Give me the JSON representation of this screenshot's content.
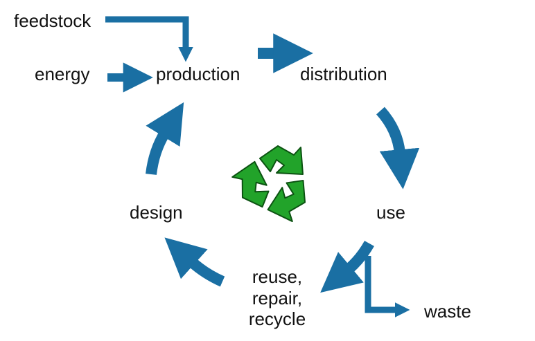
{
  "colors": {
    "arrow": "#1a6fa3",
    "recycle_fill": "#22a32a",
    "recycle_stroke": "#0c5212",
    "text": "#111111"
  },
  "nodes": {
    "feedstock": "feedstock",
    "energy": "energy",
    "production": "production",
    "distribution": "distribution",
    "use": "use",
    "reuse_lines": [
      "reuse,",
      "repair,",
      "recycle"
    ],
    "waste": "waste",
    "design": "design"
  },
  "icons": {
    "center": "recycle-icon"
  },
  "edges": [
    {
      "from": "feedstock",
      "to": "production"
    },
    {
      "from": "energy",
      "to": "production"
    },
    {
      "from": "production",
      "to": "distribution"
    },
    {
      "from": "distribution",
      "to": "use"
    },
    {
      "from": "use",
      "to": "reuse_repair_recycle"
    },
    {
      "from": "use",
      "to": "waste"
    },
    {
      "from": "reuse_repair_recycle",
      "to": "design"
    },
    {
      "from": "design",
      "to": "production"
    }
  ]
}
